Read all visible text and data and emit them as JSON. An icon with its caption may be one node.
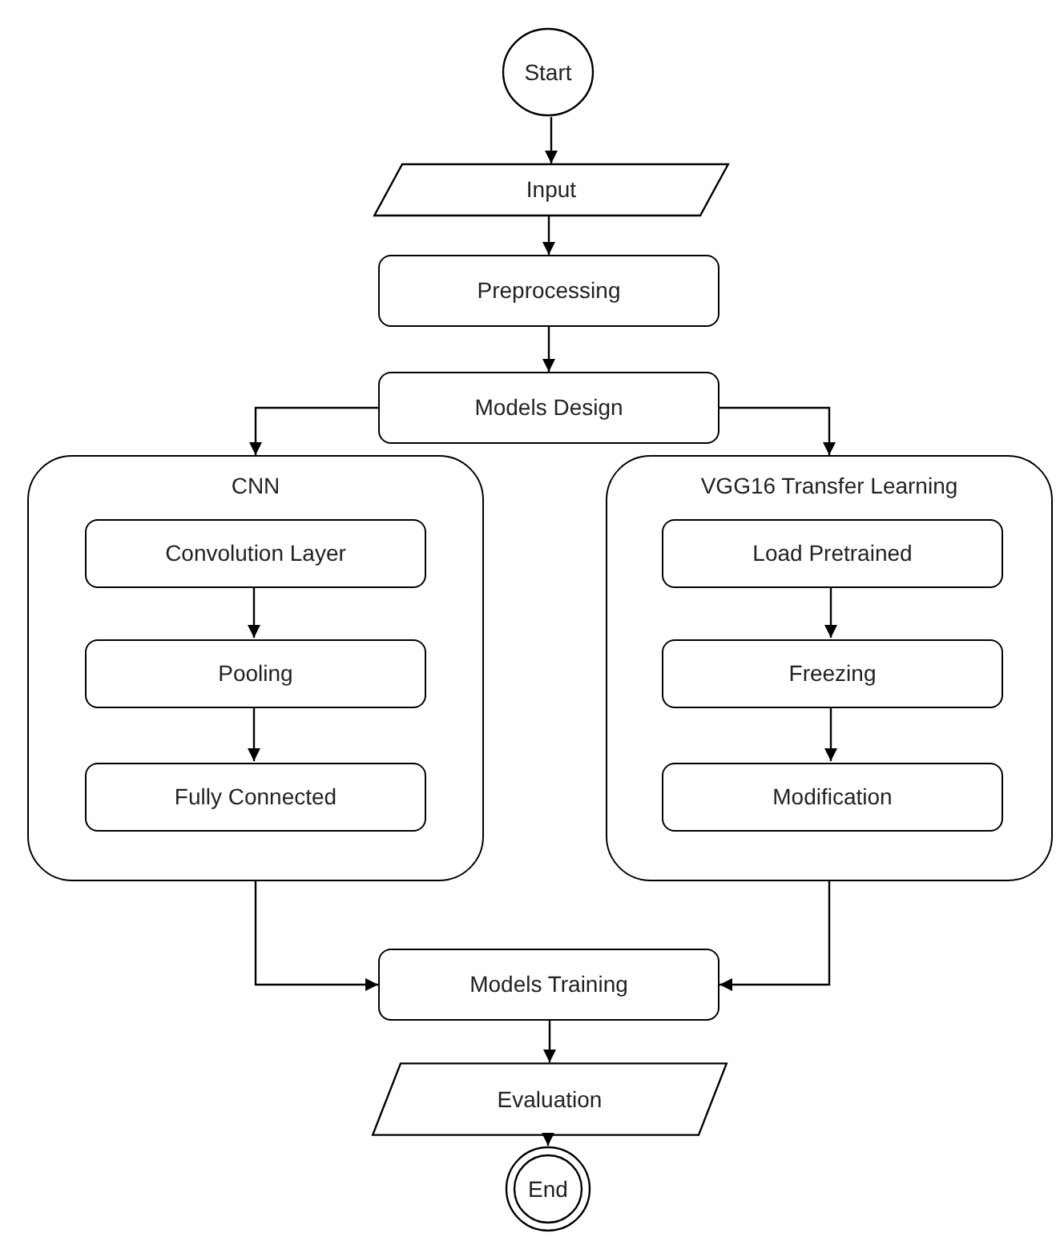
{
  "diagram": {
    "nodes": [
      {
        "text": [
          "Start"
        ]
      },
      {
        "text": [
          "Input"
        ]
      },
      {
        "text": [
          "Preprocessing"
        ]
      },
      {
        "text": [
          "Models Design"
        ]
      },
      {
        "text": [
          "CNN"
        ]
      },
      {
        "text": [
          "Convolution Layer"
        ],
        "in": 4
      },
      {
        "text": [
          "Pooling"
        ],
        "in": 4
      },
      {
        "text": [
          "Fully Connected"
        ],
        "in": 4
      },
      {
        "text": [
          "VGG16 Transfer Learning"
        ]
      },
      {
        "text": [
          "Load Pretrained"
        ],
        "in": 8
      },
      {
        "text": [
          "Freezing"
        ],
        "in": 8
      },
      {
        "text": [
          "Modification"
        ],
        "in": 8
      },
      {
        "text": [
          "Models Training"
        ]
      },
      {
        "text": [
          "Evaluation"
        ]
      },
      {
        "text": [
          "End"
        ]
      }
    ],
    "edges": [
      {
        "from": 0,
        "to": 1,
        "arrow": "to"
      },
      {
        "from": 1,
        "to": 2,
        "arrow": "to"
      },
      {
        "from": 2,
        "to": 3,
        "arrow": "to"
      },
      {
        "from": 3,
        "to": 4,
        "arrow": "to"
      },
      {
        "from": 3,
        "to": 8,
        "arrow": "to"
      },
      {
        "from": 5,
        "to": 6,
        "arrow": "to"
      },
      {
        "from": 6,
        "to": 7,
        "arrow": "to"
      },
      {
        "from": 9,
        "to": 10,
        "arrow": "to"
      },
      {
        "from": 10,
        "to": 11,
        "arrow": "to"
      },
      {
        "from": 4,
        "to": 12,
        "arrow": "to"
      },
      {
        "from": 8,
        "to": 12,
        "arrow": "to"
      },
      {
        "from": 12,
        "to": 13,
        "arrow": "to"
      },
      {
        "from": 13,
        "to": 14,
        "arrow": "to"
      }
    ]
  }
}
